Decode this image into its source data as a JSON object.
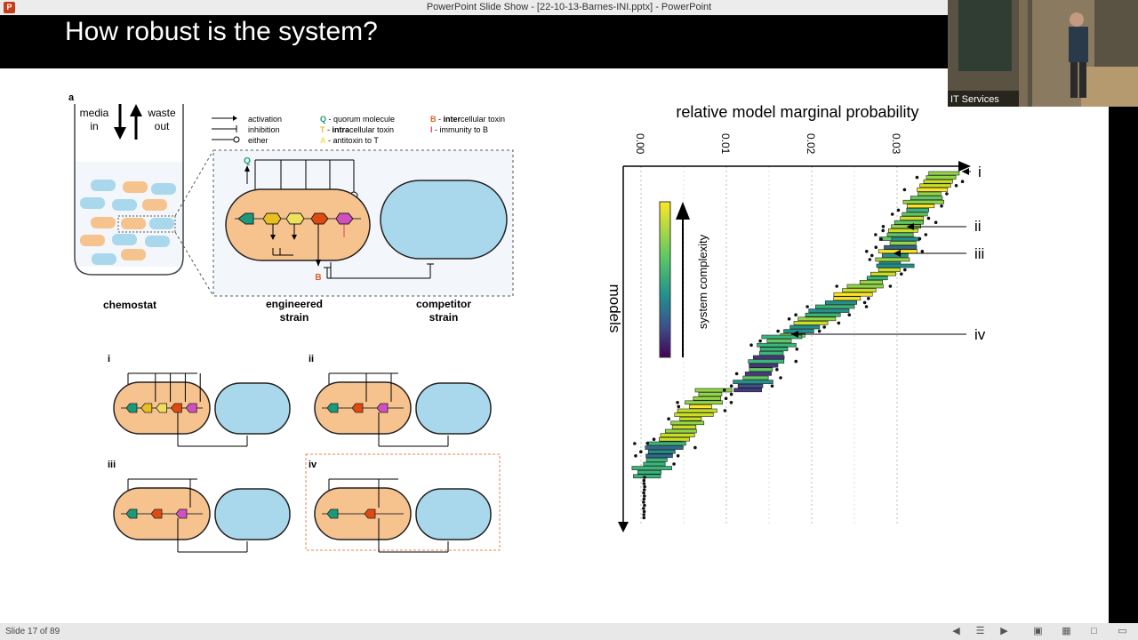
{
  "window": {
    "title": "PowerPoint Slide Show - [22-10-13-Barnes-INI.pptx] - PowerPoint",
    "app_icon": "powerpoint-icon"
  },
  "slide": {
    "title": "How robust is the system?"
  },
  "diagram": {
    "panel_label": "a",
    "media_in": [
      "media",
      "in"
    ],
    "waste_out": [
      "waste",
      "out"
    ],
    "chemostat_label": "chemostat",
    "engineered_label": [
      "engineered",
      "strain"
    ],
    "competitor_label": [
      "competitor",
      "strain"
    ],
    "quorum_node": "Q",
    "toxin_node": "B",
    "legend_left": [
      "activation",
      "inhibition",
      "either"
    ],
    "legend_mid": [
      {
        "key": "Q",
        "pre": " - quorum molecule",
        "bold": "",
        "post": "",
        "color": "#1a9a7a"
      },
      {
        "key": "T",
        "pre": " - ",
        "bold": "intra",
        "post": "cellular toxin",
        "color": "#e8c020"
      },
      {
        "key": "A",
        "pre": " - antitoxin to ",
        "bold": "",
        "post": "T",
        "color": "#f0e060"
      }
    ],
    "legend_right": [
      {
        "key": "B",
        "pre": " - ",
        "bold": "inter",
        "post": "cellular toxin",
        "color": "#e06020"
      },
      {
        "key": "I",
        "pre": " - immunity to ",
        "bold": "",
        "post": "B",
        "color": "#e04060"
      }
    ],
    "subpanels": [
      "i",
      "ii",
      "iii",
      "iv"
    ]
  },
  "chart_data": {
    "type": "bar",
    "title": "relative model marginal probability",
    "ylabel": "models",
    "x_ticks": [
      "0.00",
      "0.01",
      "0.02",
      "0.03"
    ],
    "xlim": [
      0,
      0.038
    ],
    "colorbar_label": "system complexity",
    "annotations": [
      "i",
      "ii",
      "iii",
      "iv"
    ],
    "grid": true
  },
  "video": {
    "caption": "IT Services"
  },
  "status": {
    "slide_counter": "Slide 17 of 89"
  }
}
